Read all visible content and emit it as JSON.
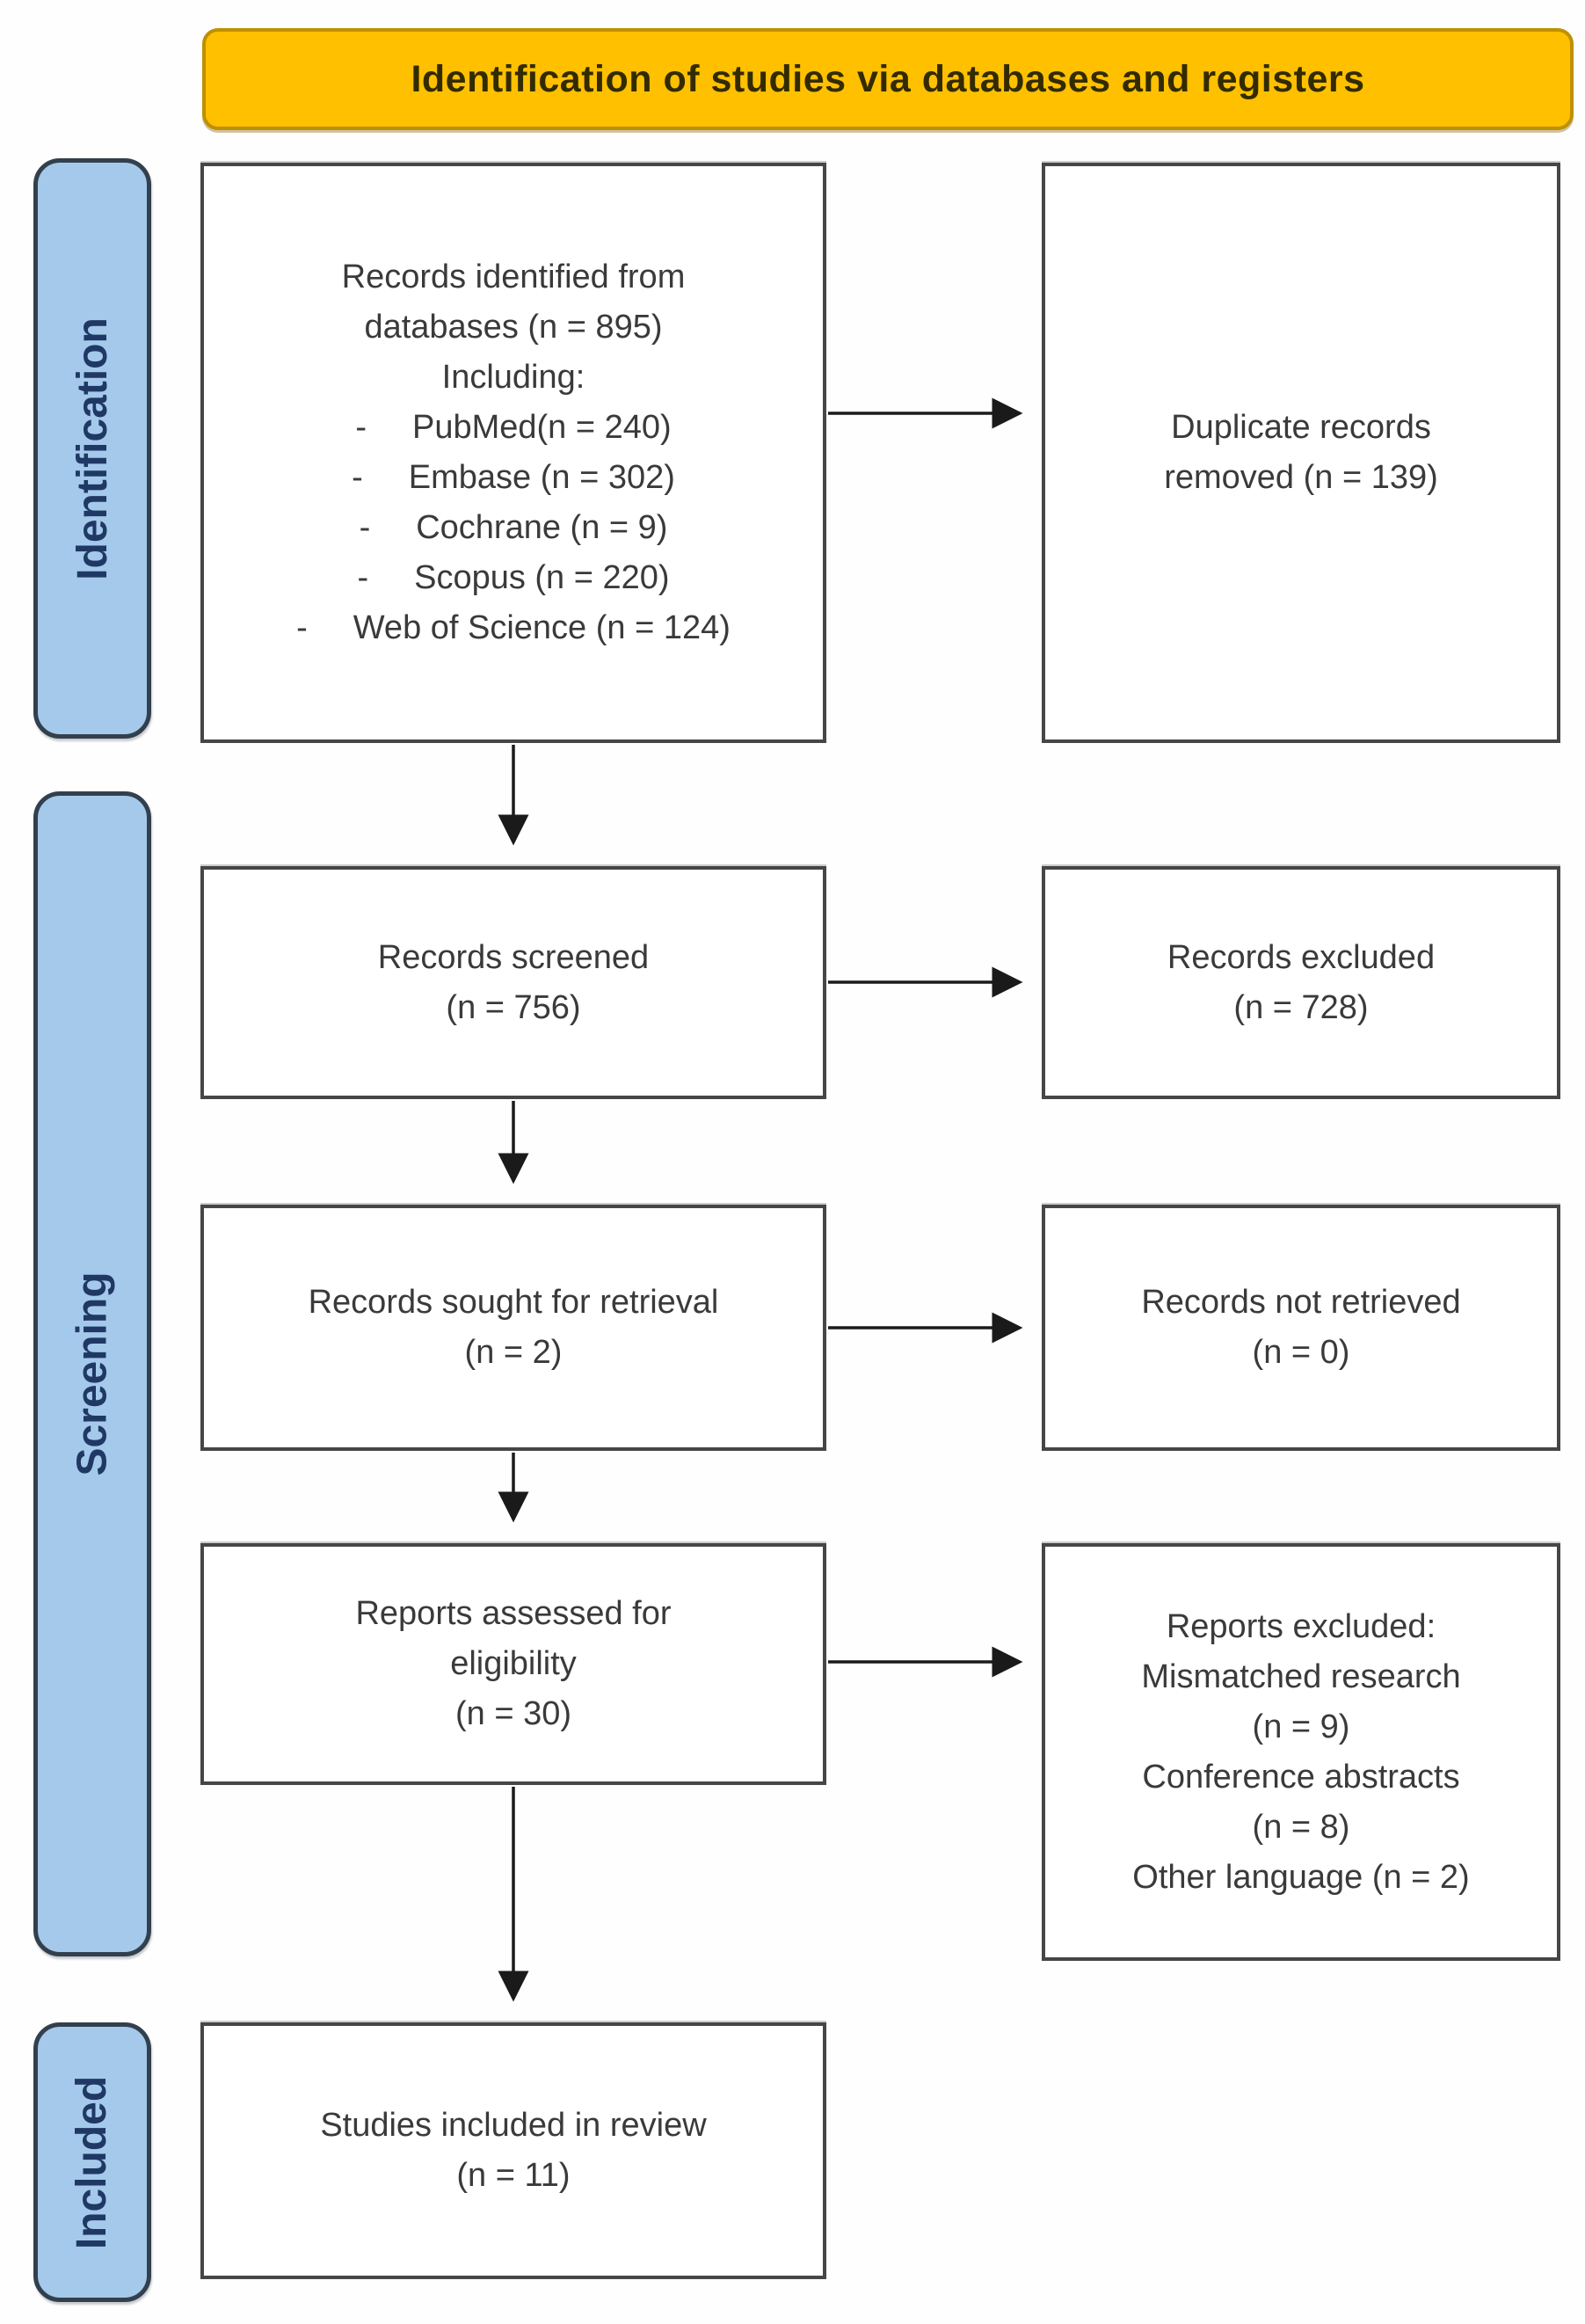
{
  "title_bar": {
    "label": "Identification of studies via databases and registers"
  },
  "sidebar": {
    "stages": [
      {
        "label": "Identification"
      },
      {
        "label": "Screening"
      },
      {
        "label": "Included"
      }
    ]
  },
  "flow": {
    "identified": {
      "line1": "Records identified from",
      "line2": "databases (n = 895)",
      "line3": "Including:",
      "bullets": [
        {
          "dash": "-",
          "text": "PubMed(n = 240)"
        },
        {
          "dash": "-",
          "text": "Embase (n = 302)"
        },
        {
          "dash": "-",
          "text": "Cochrane (n = 9)"
        },
        {
          "dash": "-",
          "text": "Scopus (n = 220)"
        },
        {
          "dash": "-",
          "text": "Web of Science (n = 124)"
        }
      ]
    },
    "duplicates_removed": {
      "line1": "Duplicate records",
      "line2": "removed (n = 139)"
    },
    "screened": {
      "line1": "Records screened",
      "line2": "(n = 756)"
    },
    "records_excluded": {
      "line1": "Records excluded",
      "line2": "(n = 728)"
    },
    "sought": {
      "line1": "Records sought for retrieval",
      "line2": "(n = 2)"
    },
    "not_retrieved": {
      "line1": "Records not retrieved",
      "line2": "(n = 0)"
    },
    "assessed": {
      "line1": "Reports assessed for",
      "line2": "eligibility",
      "line3": "(n = 30)"
    },
    "reports_excluded": {
      "line1": "Reports excluded:",
      "line2": "Mismatched research",
      "line3": "(n = 9)",
      "line4": "Conference abstracts",
      "line5": "(n = 8)",
      "line6": "Other language (n = 2)"
    },
    "included_studies": {
      "line1": "Studies included in review",
      "line2": "(n = 11)"
    }
  },
  "colors": {
    "header_fill": "#FFC000",
    "header_border": "#BF9000",
    "header_text": "#332B00",
    "stage_fill": "#A5C9EA",
    "stage_border": "#32404E",
    "stage_text": "#1F3864",
    "box_border": "#464646",
    "box_text": "#3A3A3A",
    "arrow": "#1A1A1A"
  }
}
